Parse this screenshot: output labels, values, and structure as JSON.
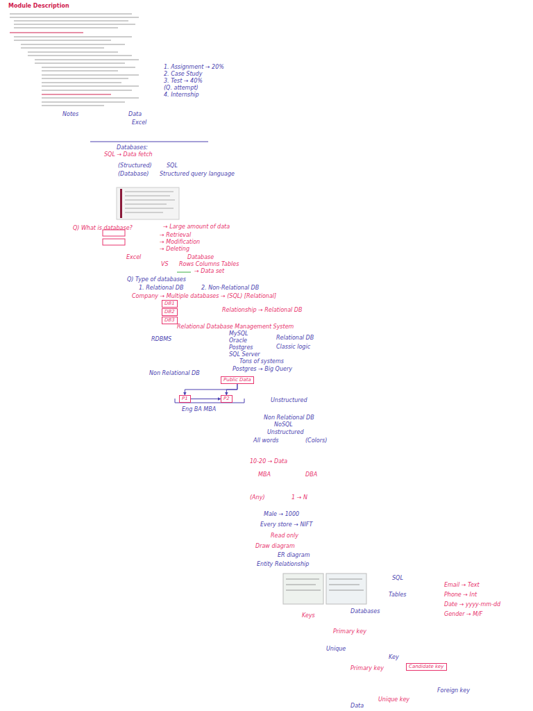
{
  "diagram": {
    "title": "Module Description",
    "nodes": [
      {
        "text": [
          "DB1"
        ]
      },
      {
        "text": [
          "DB2"
        ]
      },
      {
        "text": [
          "DB3"
        ]
      },
      {
        "text": [
          "Public Data"
        ]
      },
      {
        "text": [
          "P1"
        ]
      },
      {
        "text": [
          "P2"
        ]
      },
      {
        "text": [
          "Candidate key"
        ]
      }
    ],
    "edges": [
      {
        "from": 3,
        "to": 4,
        "arrow": "to"
      },
      {
        "from": 3,
        "to": 5,
        "arrow": "to"
      },
      {
        "from": 4,
        "to": 5,
        "arrow": "to"
      }
    ],
    "labels": [
      "1. Assignment → 20%",
      "2. Case Study",
      "3. Test → 40%",
      "(Q. attempt)",
      "4. Internship",
      "Notes",
      "Data",
      "Excel",
      "Databases:",
      "SQL → Data fetch",
      "(Structured)",
      "(Database)",
      "SQL",
      "Structured query language",
      "Q) What is database?",
      "→ Large amount of data",
      "→ Retrieval",
      "→ Modification",
      "→ Deleting",
      "Excel",
      "VS",
      "Database",
      "Rows Columns Tables",
      "→ Data set",
      "Q) Type of databases",
      "1. Relational DB",
      "2. Non-Relational DB",
      "Company → Multiple databases → (SQL) [Relational]",
      "Relationship → Relational DB",
      "Relational Database Management System",
      "RDBMS",
      "MySQL",
      "Oracle",
      "Postgres",
      "SQL Server",
      "Relational DB",
      "Classic logic",
      "Tons of systems",
      "Postgres → Big Query",
      "Non Relational DB",
      "Eng BA MBA",
      "Unstructured",
      "Non Relational DB",
      "NoSQL",
      "Unstructured",
      "All words",
      "(Colors)",
      "10-20 → Data",
      "MBA",
      "DBA",
      "(Any)",
      "1 → N",
      "Male → 1000",
      "Every store → NIFT",
      "Read only",
      "Draw diagram",
      "ER diagram",
      "Entity Relationship",
      "SQL",
      "Databases",
      "Tables",
      "Email → Text",
      "Phone → Int",
      "Date → yyyy-mm-dd",
      "Gender → M/F",
      "Keys",
      "Primary key",
      "Unique",
      "Key",
      "Primary key",
      "Foreign key",
      "Unique key",
      "Data"
    ]
  }
}
